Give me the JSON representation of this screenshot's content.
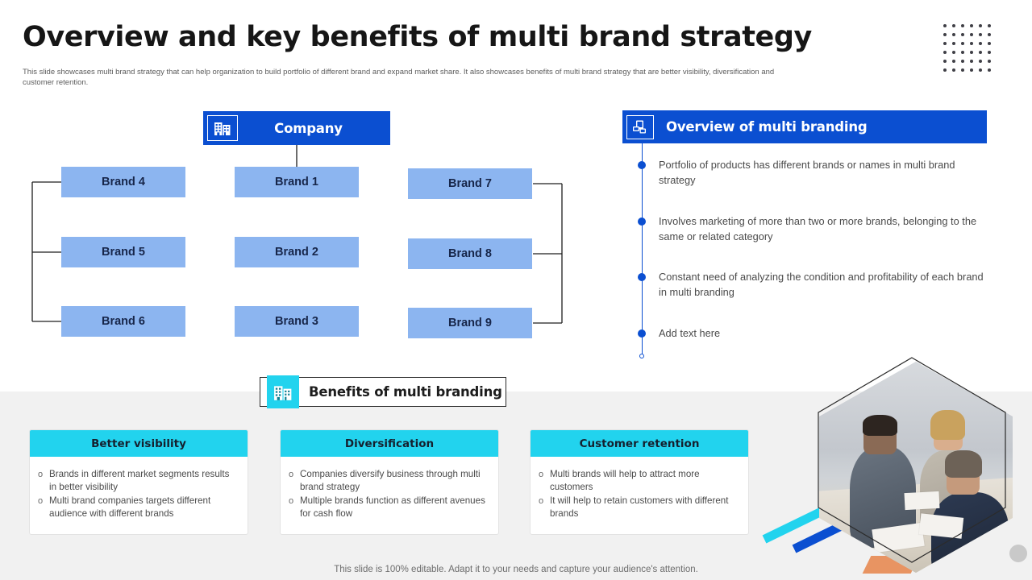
{
  "slide": {
    "title": "Overview and key benefits of multi brand strategy",
    "subtitle": "This slide showcases multi brand strategy that can help organization to build portfolio of different brand and expand market share. It also showcases benefits of multi brand strategy that are better visibility, diversification and customer retention.",
    "footer_note": "This slide is 100% editable. Adapt it to your needs and capture your audience's attention."
  },
  "colors": {
    "brand_blue": "#0b4fd1",
    "light_blue_box": "#8cb5f0",
    "cyan_accent": "#22d3ee",
    "band_grey": "#f1f1f1",
    "body_text": "#4b4b4b"
  },
  "org_chart": {
    "root_label": "Company",
    "root_icon": "building-icon",
    "columns": [
      {
        "name": "left",
        "nodes": [
          "Brand 4",
          "Brand 5",
          "Brand 6"
        ]
      },
      {
        "name": "center",
        "nodes": [
          "Brand 1",
          "Brand 2",
          "Brand 3"
        ]
      },
      {
        "name": "right",
        "nodes": [
          "Brand 7",
          "Brand 8",
          "Brand 9"
        ]
      }
    ]
  },
  "overview_panel": {
    "title": "Overview of multi branding",
    "icon": "devices-branding-icon",
    "items": [
      "Portfolio of products has different brands or names in multi brand strategy",
      "Involves marketing of more than two or more brands, belonging to the same or related category",
      "Constant need of analyzing the condition and profitability of each brand in multi branding",
      "Add text here"
    ]
  },
  "benefits": {
    "header_title": "Benefits of multi branding",
    "header_icon": "building-icon",
    "cards": [
      {
        "title": "Better visibility",
        "points": [
          "Brands in different market segments results in better visibility",
          "Multi brand companies targets different audience with different brands"
        ]
      },
      {
        "title": "Diversification",
        "points": [
          "Companies diversify business through multi brand strategy",
          "Multiple brands function as different avenues for cash flow"
        ]
      },
      {
        "title": "Customer retention",
        "points": [
          "Multi brands will help to attract more customers",
          "It will help to retain customers with different brands"
        ]
      }
    ]
  },
  "decoration": {
    "photo_alt": "business-meeting-photo",
    "dot_grid": "dot-grid-decoration"
  }
}
